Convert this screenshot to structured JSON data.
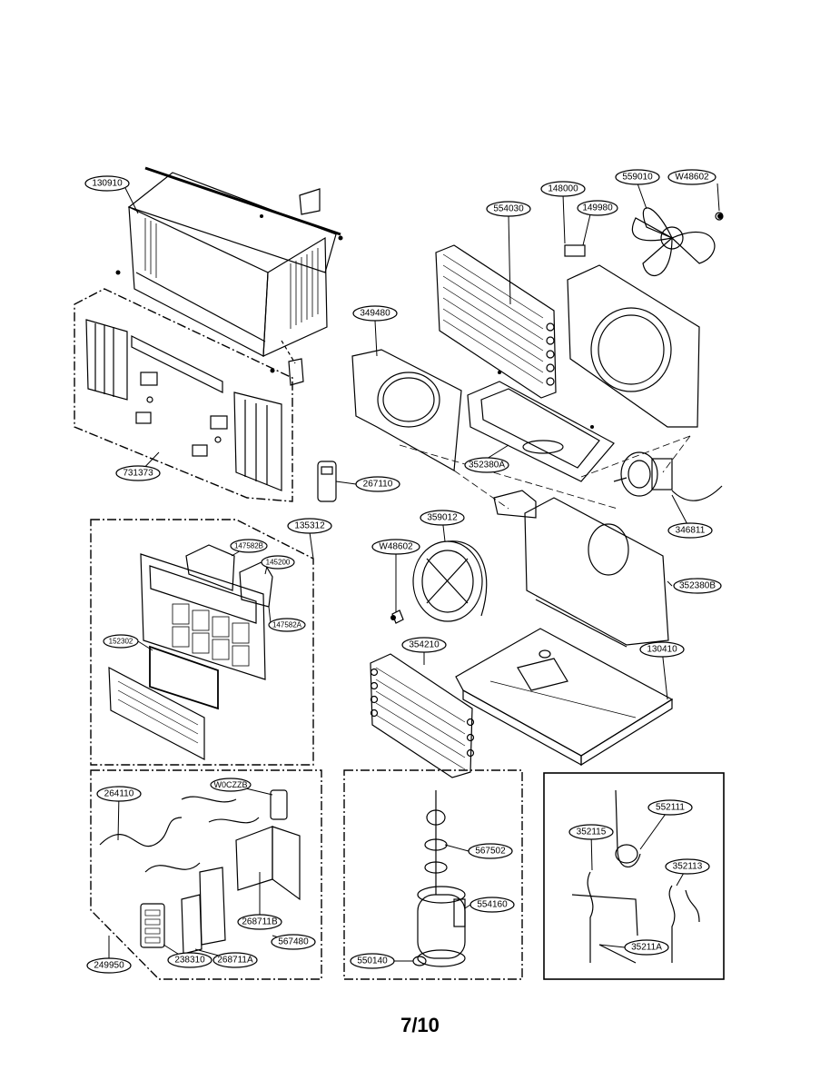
{
  "labels": {
    "l130910": "130910",
    "l731373": "731373",
    "l554030": "554030",
    "l148000": "148000",
    "l149980": "149980",
    "l559010": "559010",
    "lW48602a": "W48602",
    "l349480": "349480",
    "l352380A": "352380A",
    "l267110": "267110",
    "l346811": "346811",
    "l135312": "135312",
    "l147582B": "147582B",
    "l145200": "145200",
    "l147582A": "147582A",
    "l152302": "152302",
    "l359012": "359012",
    "lW48602b": "W48602",
    "l352380B": "352380B",
    "l354210": "354210",
    "l130410": "130410",
    "l264110": "264110",
    "lW0CZZB": "W0CZZB",
    "l268711B": "268711B",
    "l567480": "567480",
    "l238310": "238310",
    "l268711A": "268711A",
    "l249950": "249950",
    "l567502": "567502",
    "l554160": "554160",
    "l550140": "550140",
    "l552111": "552111",
    "l352115": "352115",
    "l352113": "352113",
    "l35211A": "35211A"
  },
  "page_number": "7/10"
}
